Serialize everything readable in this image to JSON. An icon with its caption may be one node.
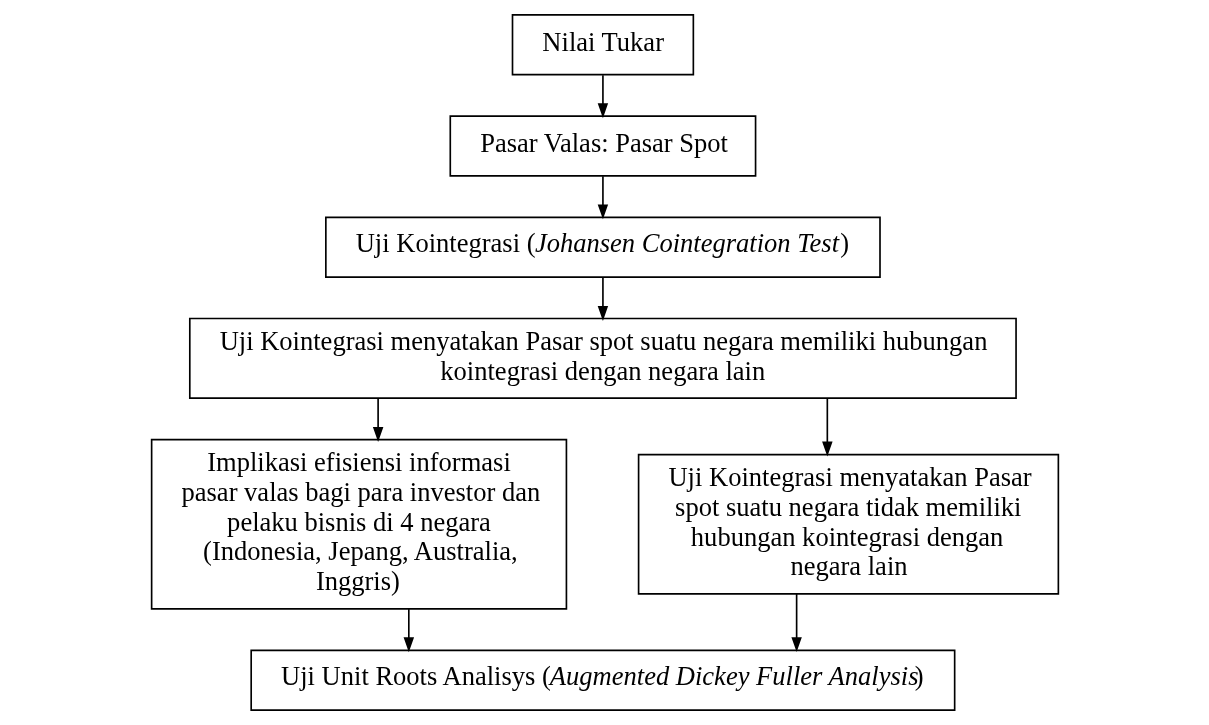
{
  "diagram": {
    "nodes": [
      {
        "text": [
          "Nilai Tukar"
        ]
      },
      {
        "text": [
          "Pasar Valas: Pasar Spot"
        ]
      },
      {
        "text": [
          "Uji Kointegrasi (*Johansen Cointegration Test*)"
        ]
      },
      {
        "text": [
          "Uji Kointegrasi menyatakan Pasar spot suatu negara memiliki hubungan kointegrasi dengan negara lain"
        ]
      },
      {
        "text": [
          "Implikasi efisiensi informasi pasar valas bagi para investor dan pelaku bisnis di 4 negara (Indonesia, Jepang, Australia, Inggris)"
        ]
      },
      {
        "text": [
          "Uji Kointegrasi menyatakan Pasar spot suatu negara tidak memiliki hubungan kointegrasi dengan negara lain"
        ]
      },
      {
        "text": [
          "Uji Unit Roots Analisys (*Augmented Dickey Fuller Analysis*)"
        ]
      }
    ],
    "edges": [
      {
        "from": 0,
        "to": 1,
        "arrow": "to"
      },
      {
        "from": 1,
        "to": 2,
        "arrow": "to"
      },
      {
        "from": 2,
        "to": 3,
        "arrow": "to"
      },
      {
        "from": 3,
        "to": 4,
        "arrow": "to"
      },
      {
        "from": 3,
        "to": 5,
        "arrow": "to"
      },
      {
        "from": 4,
        "to": 6,
        "arrow": "to"
      },
      {
        "from": 5,
        "to": 6,
        "arrow": "to"
      }
    ]
  }
}
